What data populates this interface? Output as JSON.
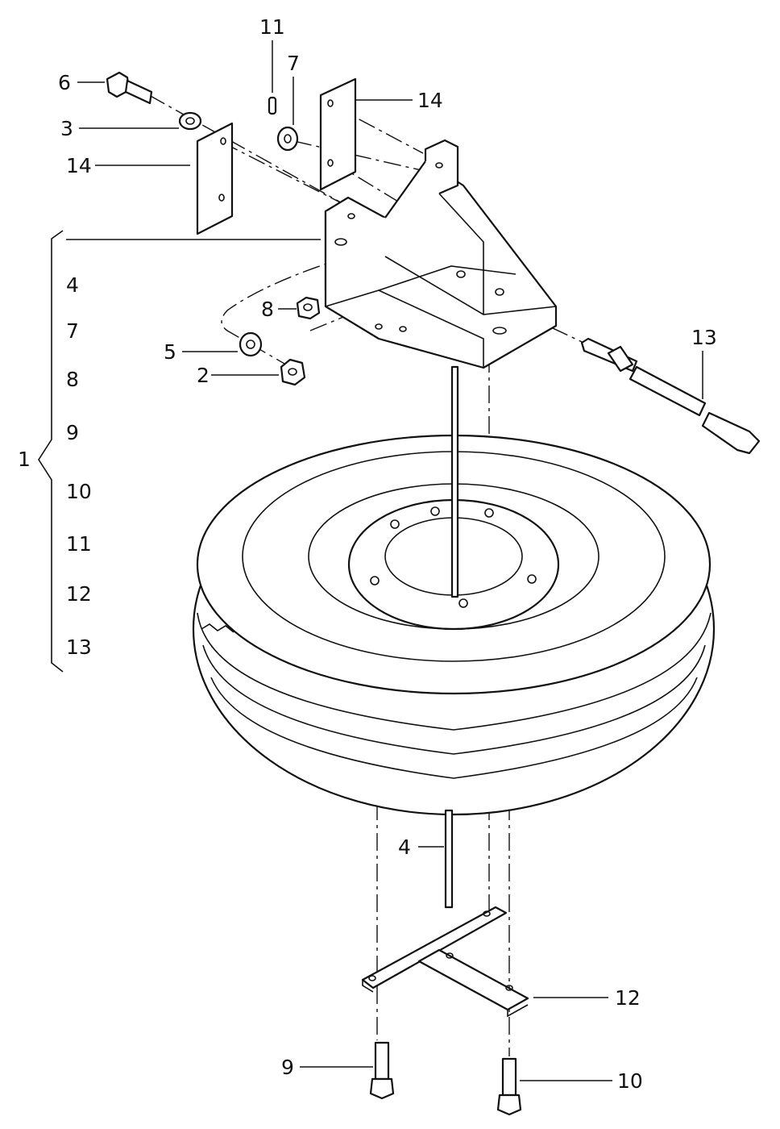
{
  "diagram": {
    "callouts": {
      "c1": "1",
      "c2": "2",
      "c3": "3",
      "c4": "4",
      "c5": "5",
      "c6": "6",
      "c7": "7",
      "c8": "8",
      "c9": "9",
      "c10": "10",
      "c11": "11",
      "c12": "12",
      "c13": "13",
      "c14a": "14",
      "c14b": "14"
    },
    "kit_list": [
      "4",
      "7",
      "8",
      "9",
      "10",
      "11",
      "12",
      "13"
    ],
    "parts": [
      "bracket",
      "spare-wheel",
      "threaded-rod",
      "cross-plate",
      "bolt",
      "washer",
      "nut",
      "pin",
      "shim-plate",
      "crank-rod"
    ]
  }
}
